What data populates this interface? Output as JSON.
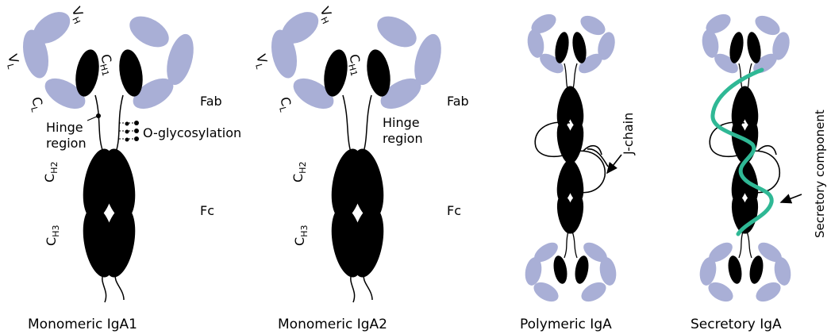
{
  "colors": {
    "light_chain": "#a9afd6",
    "heavy_chain": "#000000",
    "secretory_component": "#2fb895",
    "background": "#ffffff"
  },
  "panels": [
    {
      "caption": "Monomeric IgA1",
      "labels": {
        "vh": "V",
        "vh_sub": "H",
        "vl": "V",
        "vl_sub": "L",
        "ch1": "C",
        "ch1_sub": "H1",
        "cl": "C",
        "cl_sub": "L",
        "fab": "Fab",
        "hinge_line1": "Hinge",
        "hinge_line2": "region",
        "oglyco": "O-glycosylation",
        "ch2": "C",
        "ch2_sub": "H2",
        "ch3": "C",
        "ch3_sub": "H3",
        "fc": "Fc"
      }
    },
    {
      "caption": "Monomeric IgA2",
      "labels": {
        "vh": "V",
        "vh_sub": "H",
        "vl": "V",
        "vl_sub": "L",
        "ch1": "C",
        "ch1_sub": "H1",
        "cl": "C",
        "cl_sub": "L",
        "fab": "Fab",
        "hinge_line1": "Hinge",
        "hinge_line2": "region",
        "ch2": "C",
        "ch2_sub": "H2",
        "ch3": "C",
        "ch3_sub": "H3",
        "fc": "Fc"
      }
    },
    {
      "caption": "Polymeric IgA",
      "labels": {
        "jchain": "J-chain"
      }
    },
    {
      "caption": "Secretory IgA",
      "labels": {
        "sc": "Secretory component"
      }
    }
  ]
}
